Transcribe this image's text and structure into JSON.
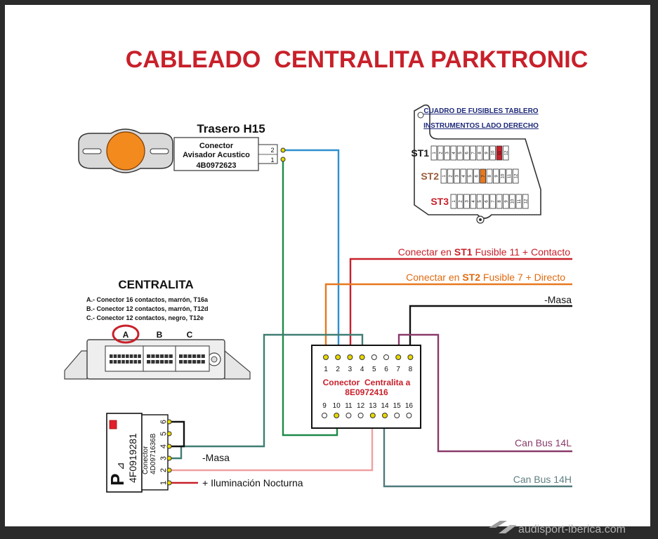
{
  "title": "CABLEADO  CENTRALITA PARKTRONIC",
  "rear": {
    "heading": "Trasero H15",
    "box_lines": [
      "Conector",
      "Avisador Acustico",
      "4B0972623"
    ],
    "pins": [
      "2",
      "1"
    ]
  },
  "fuse_box": {
    "heading_lines": [
      "CUADRO DE FUSIBLES TABLERO",
      "INSTRUMENTOS LADO DERECHO"
    ],
    "rows": [
      {
        "label": "ST1",
        "count": 12,
        "highlight": 11,
        "highlight_color": "#c8202a",
        "label_color": "#1a1a1a"
      },
      {
        "label": "ST2",
        "count": 12,
        "highlight": 7,
        "highlight_color": "#e8781e",
        "label_color": "#9a5a3a"
      },
      {
        "label": "ST3",
        "count": 12,
        "highlight": 0,
        "highlight_color": "",
        "label_color": "#c8202a"
      }
    ]
  },
  "connections": {
    "st1": {
      "prefix": "Conectar en ",
      "strong": "ST1",
      "suffix": " Fusible 11 + Contacto"
    },
    "st2": {
      "prefix": "Conectar en ",
      "strong": "ST2",
      "suffix": " Fusible 7 + Directo"
    },
    "masa_right": "-Masa",
    "can_l": "Can Bus 14L",
    "can_h": "Can Bus 14H"
  },
  "centralita": {
    "heading": "CENTRALITA",
    "notes": [
      "A.- Conector 16 contactos, marrón, T16a",
      "B.- Conector 12 contactos, marrón, T12d",
      "C.- Conector 12 contactos, negro, T12e"
    ],
    "letters": [
      "A",
      "B",
      "C"
    ]
  },
  "main_connector": {
    "top_pins": [
      "1",
      "2",
      "3",
      "4",
      "5",
      "6",
      "7",
      "8"
    ],
    "bottom_pins": [
      "9",
      "10",
      "11",
      "12",
      "13",
      "14",
      "15",
      "16"
    ],
    "label_lines": [
      "Conector  Centralita a",
      "8E0972416"
    ]
  },
  "switch_connector": {
    "part_number": "4F0919281",
    "conector_lines": [
      "Conector",
      "4D0971636B"
    ],
    "pins": [
      "6",
      "5",
      "4",
      "3",
      "2",
      "1"
    ],
    "masa_label": "-Masa",
    "night_label": "+ Iluminación Nocturna",
    "symbol": "P"
  },
  "watermark": "audisport-iberica.com",
  "colors": {
    "title_red": "#c8202a",
    "wire_red": "#c8202a",
    "wire_orange": "#e8781e",
    "wire_blue": "#2e8fd0",
    "wire_green": "#1e8a4a",
    "wire_teal": "#3f7d73",
    "wire_purple": "#8a3a6a",
    "wire_gray": "#4f7a7a",
    "wire_pink": "#f0a0a0",
    "can_l_text": "#8a3a6a",
    "can_h_text": "#5f7f80",
    "label_red": "#c8202a",
    "label_orange": "#e06a10"
  }
}
